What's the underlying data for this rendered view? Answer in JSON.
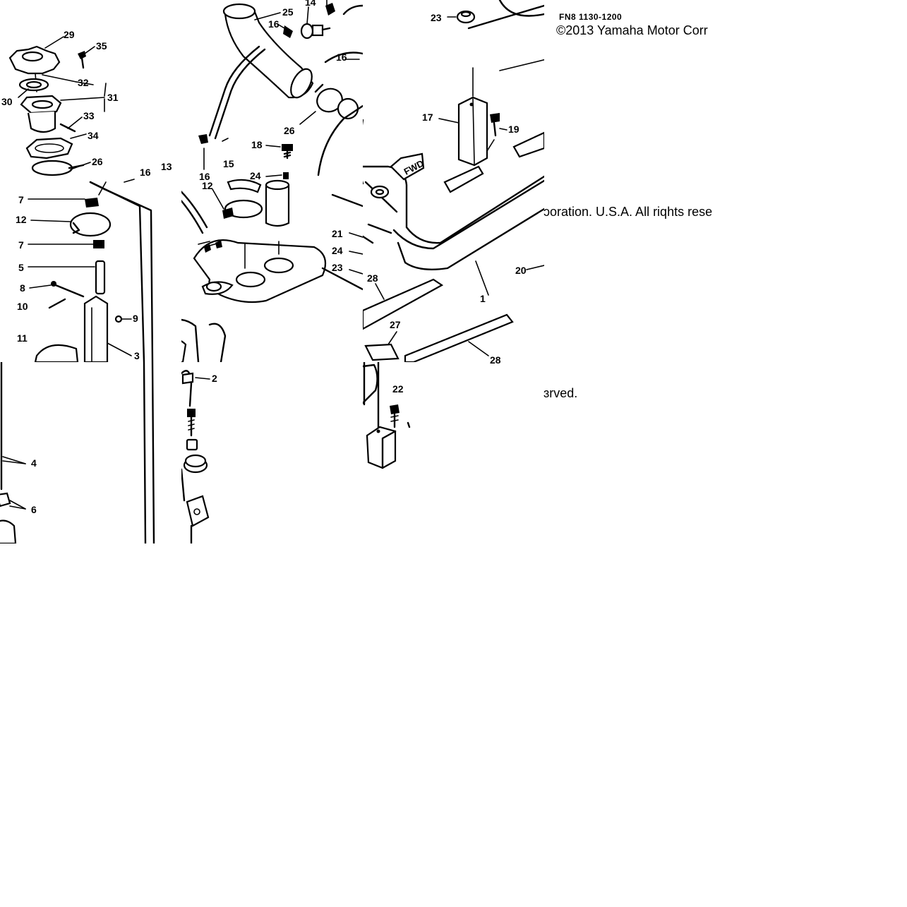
{
  "diagram": {
    "diagram_code": "FN8 1130-1200",
    "copyright_line_1": "©2013 Yamaha Motor Corr",
    "copyright_line_2": "ɔoration. U.S.A. All riqhts rese",
    "copyright_line_3": "ɜrved.",
    "fwd_label": "FWD",
    "part_labels": [
      "1",
      "2",
      "3",
      "4",
      "5",
      "6",
      "7",
      "8",
      "9",
      "10",
      "11",
      "12",
      "13",
      "14",
      "15",
      "16",
      "17",
      "18",
      "19",
      "20",
      "21",
      "22",
      "23",
      "24",
      "25",
      "26",
      "27",
      "28",
      "29",
      "30",
      "31",
      "32",
      "33",
      "34",
      "35"
    ]
  }
}
